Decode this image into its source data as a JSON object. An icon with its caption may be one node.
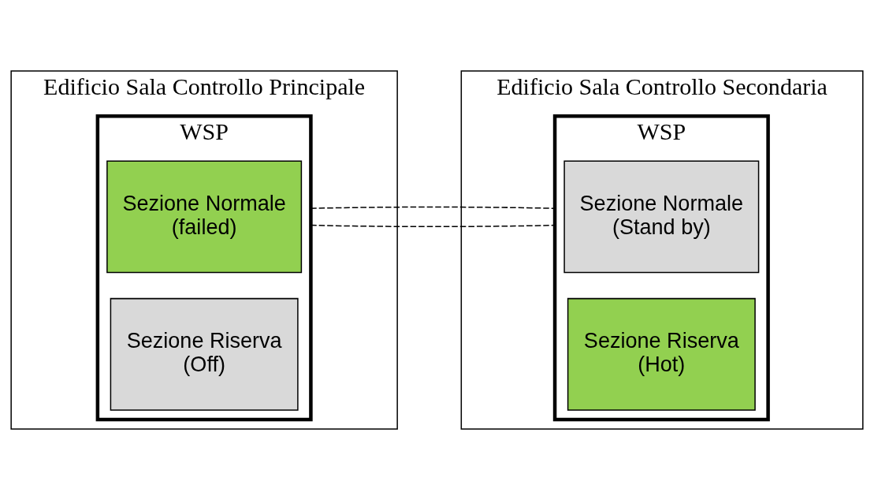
{
  "diagram": {
    "nodes": [
      {
        "text": [
          "Edificio Sala Controllo Principale"
        ]
      },
      {
        "text": [
          "WSP"
        ],
        "in": 0
      },
      {
        "text": [
          "Sezione Normale",
          "(failed)"
        ],
        "in": 1
      },
      {
        "text": [
          "Sezione Riserva",
          "(Off)"
        ],
        "in": 1
      },
      {
        "text": [
          "Edificio Sala Controllo Secondaria"
        ]
      },
      {
        "text": [
          "WSP"
        ],
        "in": 4
      },
      {
        "text": [
          "Sezione Normale",
          "(Stand by)"
        ],
        "in": 5
      },
      {
        "text": [
          "Sezione Riserva",
          "(Hot)"
        ],
        "in": 5
      }
    ],
    "edges": [
      {
        "from": 1,
        "to": 5,
        "arrow": "none",
        "style": "dashed"
      },
      {
        "from": 1,
        "to": 5,
        "arrow": "none",
        "style": "dashed"
      }
    ]
  }
}
